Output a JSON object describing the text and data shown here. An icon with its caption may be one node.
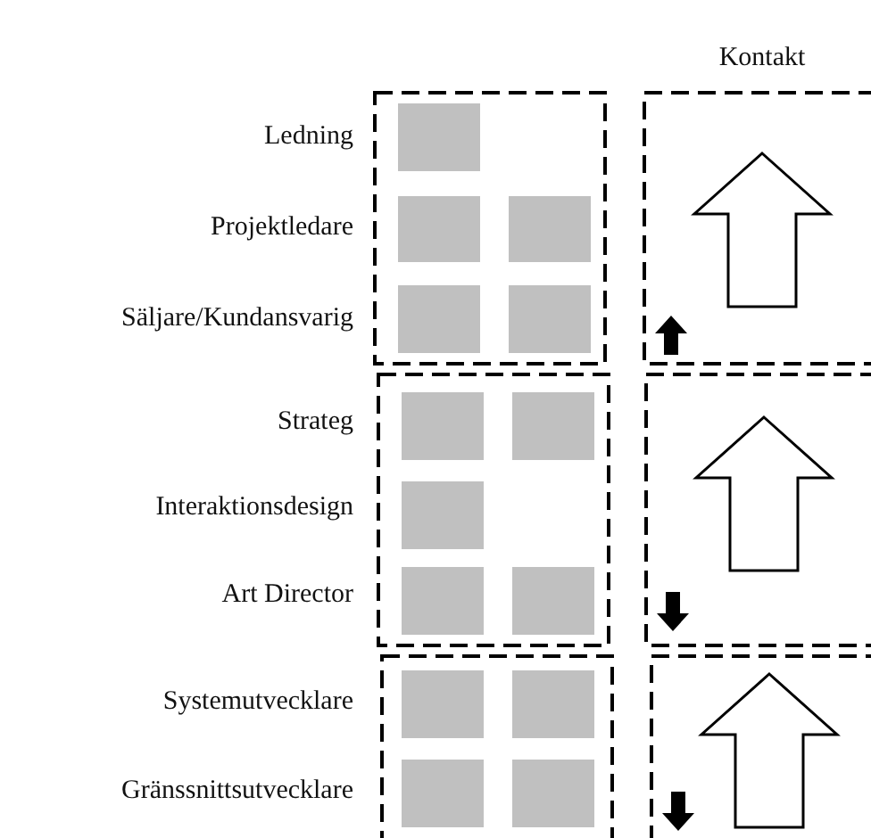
{
  "diagram": {
    "nodes": [
      {
        "text": [],
        "shape": "box"
      },
      {
        "text": [],
        "shape": "box",
        "in": 0
      },
      {
        "text": [],
        "shape": "box",
        "in": 0
      },
      {
        "text": [],
        "shape": "box",
        "in": 0
      },
      {
        "text": [],
        "shape": "box",
        "in": 0
      },
      {
        "text": [],
        "shape": "box",
        "in": 0
      },
      {
        "text": [],
        "shape": "box"
      },
      {
        "text": [],
        "shape": "box"
      },
      {
        "text": [],
        "shape": "box",
        "in": 7
      },
      {
        "text": [],
        "shape": "box",
        "in": 7
      },
      {
        "text": [],
        "shape": "box",
        "in": 7
      },
      {
        "text": [],
        "shape": "box",
        "in": 7
      },
      {
        "text": [],
        "shape": "box",
        "in": 7
      },
      {
        "text": [],
        "shape": "box"
      },
      {
        "text": [],
        "shape": "box"
      },
      {
        "text": [],
        "shape": "box",
        "in": 14
      },
      {
        "text": [],
        "shape": "box",
        "in": 14
      },
      {
        "text": [],
        "shape": "box",
        "in": 14
      },
      {
        "text": [],
        "shape": "box",
        "in": 14
      },
      {
        "text": [],
        "shape": "box"
      }
    ],
    "labels": [
      "Kontakt",
      "Ledning",
      "Projektledare",
      "Säljare/Kundansvarig",
      "Strateg",
      "Interaktionsdesign",
      "Art Director",
      "Systemutvecklare",
      "Gränssnittsutvecklare"
    ]
  }
}
